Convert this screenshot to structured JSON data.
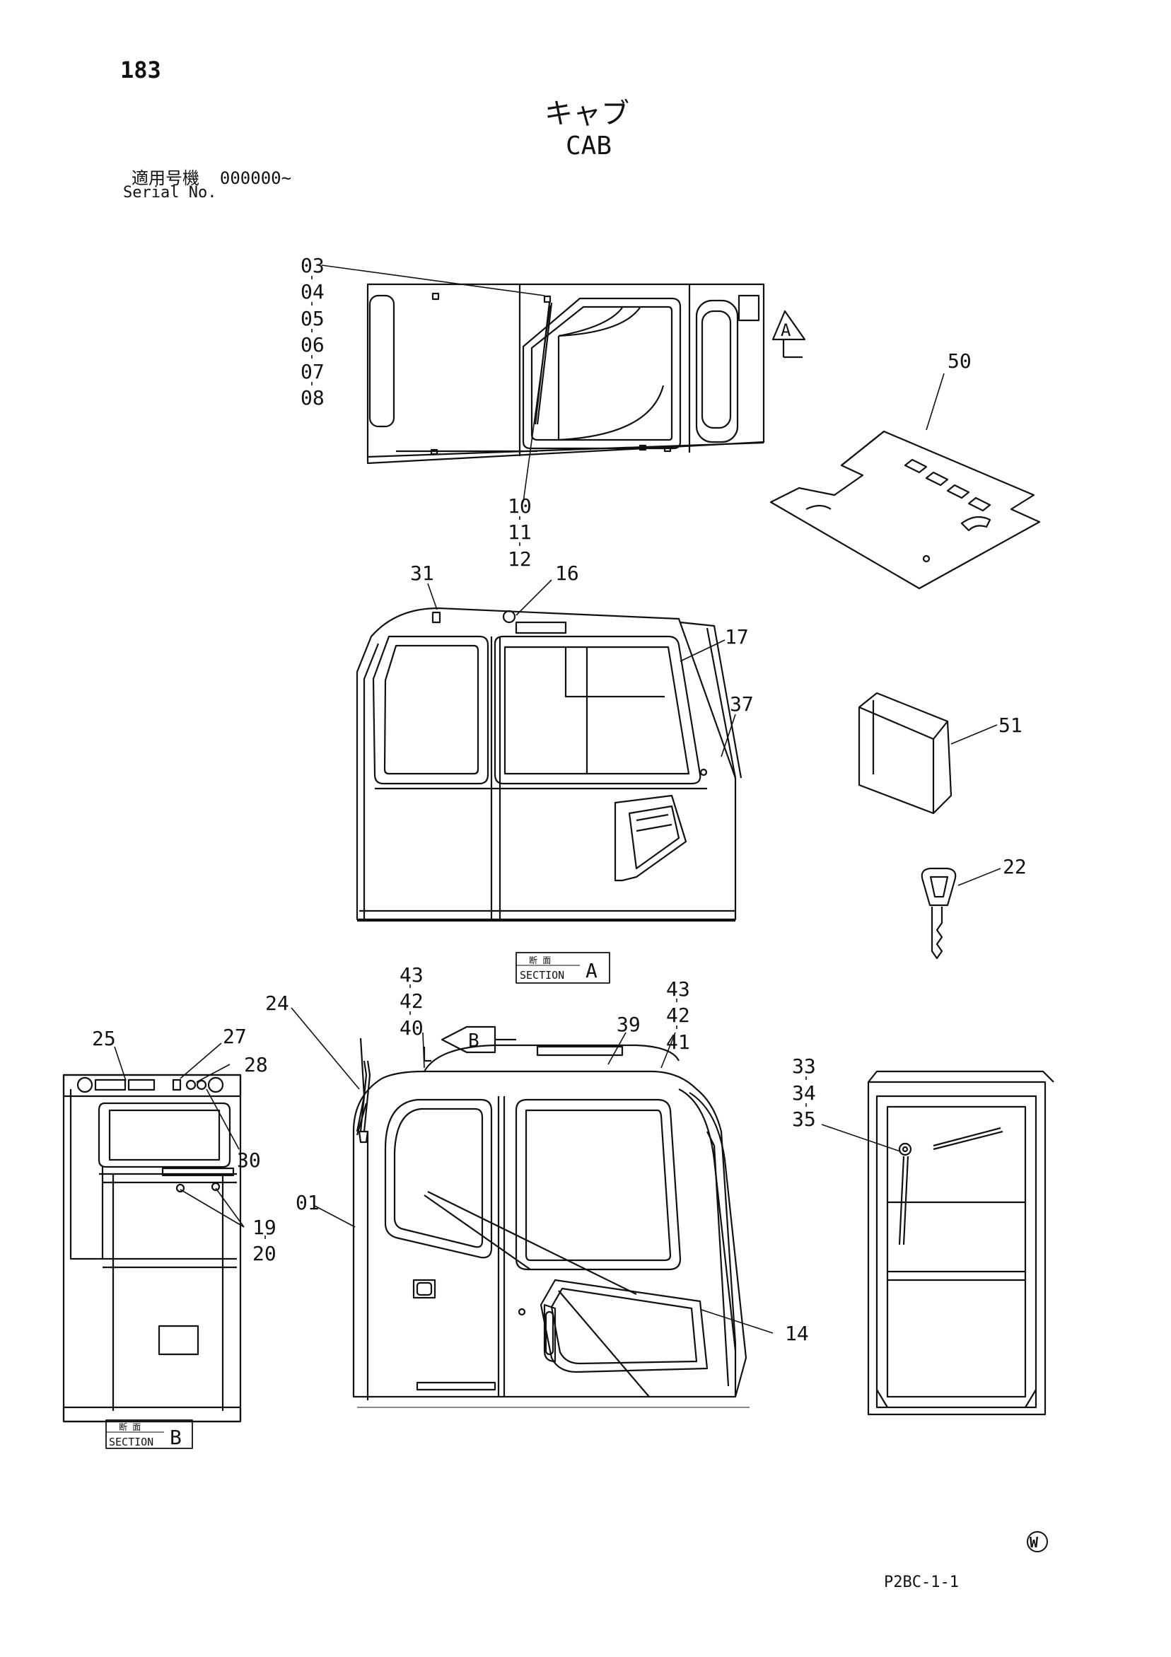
{
  "header": {
    "page_number": "183",
    "title_jp": "キャブ",
    "title_en": "CAB",
    "serial_label_jp": "適用号機",
    "serial_value": "000000~",
    "serial_label_en": "Serial No."
  },
  "sections": {
    "a_label_jp": "断 面",
    "a_label_en": "SECTION",
    "a_letter": "A",
    "b_label_jp": "断 面",
    "b_label_en": "SECTION",
    "b_letter": "B"
  },
  "view_markers": {
    "view_a": "A",
    "view_b": "B"
  },
  "callouts": {
    "c03": "03",
    "c04": "04",
    "c05": "05",
    "c06": "06",
    "c07": "07",
    "c08": "08",
    "c10": "10",
    "c11": "11",
    "c12": "12",
    "c50": "50",
    "c31": "31",
    "c16": "16",
    "c17": "17",
    "c37": "37",
    "c51": "51",
    "c22": "22",
    "c43a": "43",
    "c42a": "42",
    "c40": "40",
    "c43b": "43",
    "c42b": "42",
    "c41": "41",
    "c39": "39",
    "c24": "24",
    "c25": "25",
    "c27": "27",
    "c28": "28",
    "c30": "30",
    "c19": "19",
    "c20": "20",
    "c01": "01",
    "c14": "14",
    "c33": "33",
    "c34": "34",
    "c35": "35"
  },
  "footer": {
    "watermark": "W",
    "drawing_code": "P2BC-1-1"
  }
}
